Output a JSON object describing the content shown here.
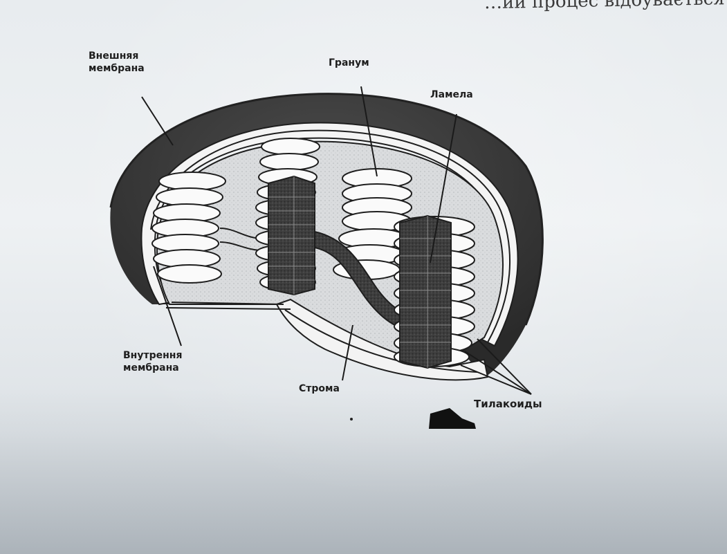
{
  "header_text": "…ий процес відбувається з",
  "labels": {
    "outer_membrane": [
      "Внешняя",
      "мембрана"
    ],
    "granum": "Гранум",
    "lamella": "Ламела",
    "inner_membrane": [
      "Внутрення",
      "мембрана"
    ],
    "stroma": "Строма",
    "thylakoids": "Тилакоиды"
  }
}
